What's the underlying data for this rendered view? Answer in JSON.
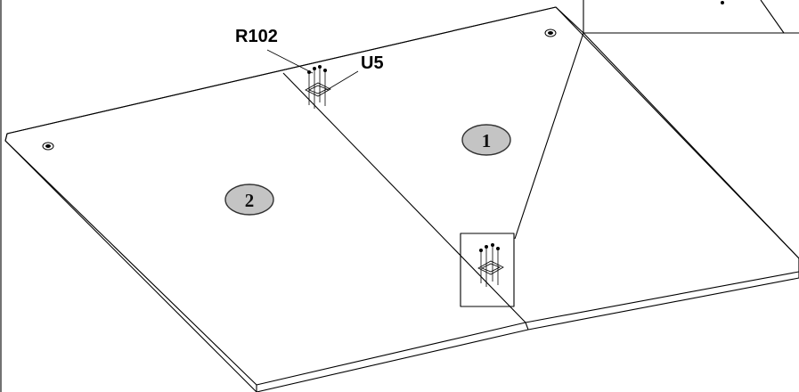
{
  "labels": {
    "r102": "R102",
    "u5": "U5"
  },
  "parts": {
    "panel_1": "1",
    "panel_2": "2"
  },
  "colors": {
    "line": "#000000",
    "badge_fill": "#c4c4c4",
    "badge_stroke": "#333333",
    "background": "#ffffff"
  },
  "icons": {
    "screw": "screw-icon",
    "bracket": "connector-bracket-icon",
    "hole": "pre-drilled-hole-icon"
  }
}
